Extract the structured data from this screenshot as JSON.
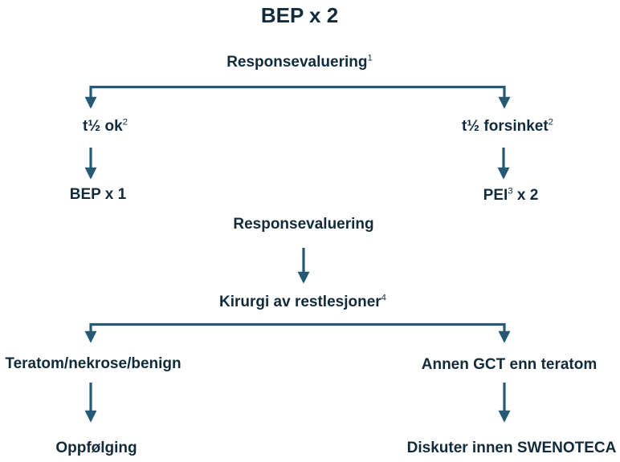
{
  "colors": {
    "text": "#122b3a",
    "arrow": "#265a74",
    "background": "#ffffff"
  },
  "nodes": {
    "title": {
      "text": "BEP x 2"
    },
    "response_eval_1": {
      "text": "Responsevaluering",
      "sup": "1"
    },
    "t_half_ok": {
      "text": "t½ ok",
      "sup": "2"
    },
    "t_half_delayed": {
      "text": "t½ forsinket",
      "sup": "2"
    },
    "bep_x1": {
      "text": "BEP x 1"
    },
    "pei_x2": {
      "text": "PEI",
      "sup": "3",
      "suffix": " x 2"
    },
    "response_eval_2": {
      "text": "Responsevaluering"
    },
    "surgery": {
      "text": "Kirurgi av restlesjoner",
      "sup": "4"
    },
    "teratom_branch": {
      "text": "Teratom/nekrose/benign"
    },
    "gct_branch": {
      "text": "Annen GCT enn teratom"
    },
    "followup": {
      "text": "Oppfølging"
    },
    "discuss": {
      "text": "Diskuter innen SWENOTECA"
    }
  }
}
